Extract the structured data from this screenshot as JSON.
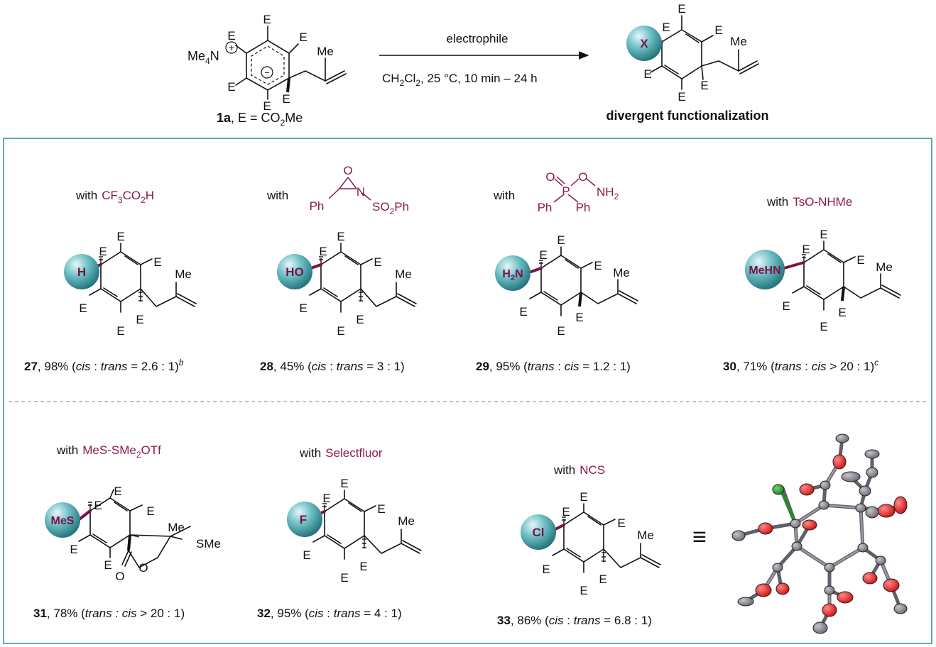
{
  "colors": {
    "accent": "#8a1a4f",
    "ball": "#3c9aa2",
    "frame": "#2f8d97",
    "divider": "#9a9a9a"
  },
  "header": {
    "ester_label": "E",
    "methyl_label": "Me",
    "cation_prefix": "Me",
    "cation_sub": "4",
    "cation_atom": "N",
    "plus_sign": "+",
    "minus_sign": "−",
    "substrate_id": "1a",
    "substrate_def": ", E = CO",
    "substrate_def_sub": "2",
    "substrate_def_tail": "Me",
    "arrow_top": "electrophile",
    "cond_a": "CH",
    "cond_sub1": "2",
    "cond_b": "Cl",
    "cond_sub2": "2",
    "cond_c": ", 25 °C, 10 min – 24 h",
    "product_group": "X",
    "product_caption": "divergent functionalization"
  },
  "entries": [
    {
      "id": "27",
      "with": "with",
      "reagent_a": "CF",
      "reagent_sub1": "3",
      "reagent_b": "CO",
      "reagent_sub2": "2",
      "reagent_c": "H",
      "group": "H",
      "yield": ", 98% (",
      "r1": "cis",
      "sep": " : ",
      "r2": "trans",
      "ratio": " = 2.6 : 1)",
      "note": "b"
    },
    {
      "id": "28",
      "with": "with",
      "ox_o": "O",
      "ox_n": "N",
      "ox_ph": "Ph",
      "ox_so": "SO",
      "ox_sub": "2",
      "ox_tail": "Ph",
      "group": "HO",
      "yield": ", 45% (",
      "r1": "cis",
      "sep": " : ",
      "r2": "trans",
      "ratio": " = 3 : 1)"
    },
    {
      "id": "29",
      "with": "with",
      "p_o1": "O",
      "p_p": "P",
      "p_o2": "O",
      "p_nh": "NH",
      "p_sub": "2",
      "p_ph1": "Ph",
      "p_ph2": "Ph",
      "group_a": "H",
      "group_sub": "2",
      "group_b": "N",
      "yield": ", 95% (",
      "r1": "trans",
      "sep": " : ",
      "r2": "cis",
      "ratio": " = 1.2 : 1)"
    },
    {
      "id": "30",
      "with": "with",
      "reagent": "TsO-NHMe",
      "group": "MeHN",
      "yield": ", 71% (",
      "r1": "trans",
      "sep": " : ",
      "r2": "cis",
      "ratio": " > 20 : 1)",
      "note": "c"
    },
    {
      "id": "31",
      "with": "with",
      "reagent_a": "MeS-SMe",
      "reagent_sub": "2",
      "reagent_b": "OTf",
      "group": "MeS",
      "o1": "O",
      "o2": "O",
      "sme": "SMe",
      "yield": ", 78% (",
      "r_text": "trans : cis",
      "ratio": " > 20 : 1)"
    },
    {
      "id": "32",
      "with": "with",
      "reagent": "Selectfluor",
      "group": "F",
      "yield": ", 95% (",
      "r1": "cis",
      "sep": " : ",
      "r2": "trans",
      "ratio": " = 4 : 1)"
    },
    {
      "id": "33",
      "with": "with",
      "reagent": "NCS",
      "group": "Cl",
      "yield": ", 86% (",
      "r1": "cis",
      "sep": " : ",
      "r2": "trans",
      "ratio": " = 6.8 : 1)"
    }
  ],
  "equiv_sign": "≡"
}
